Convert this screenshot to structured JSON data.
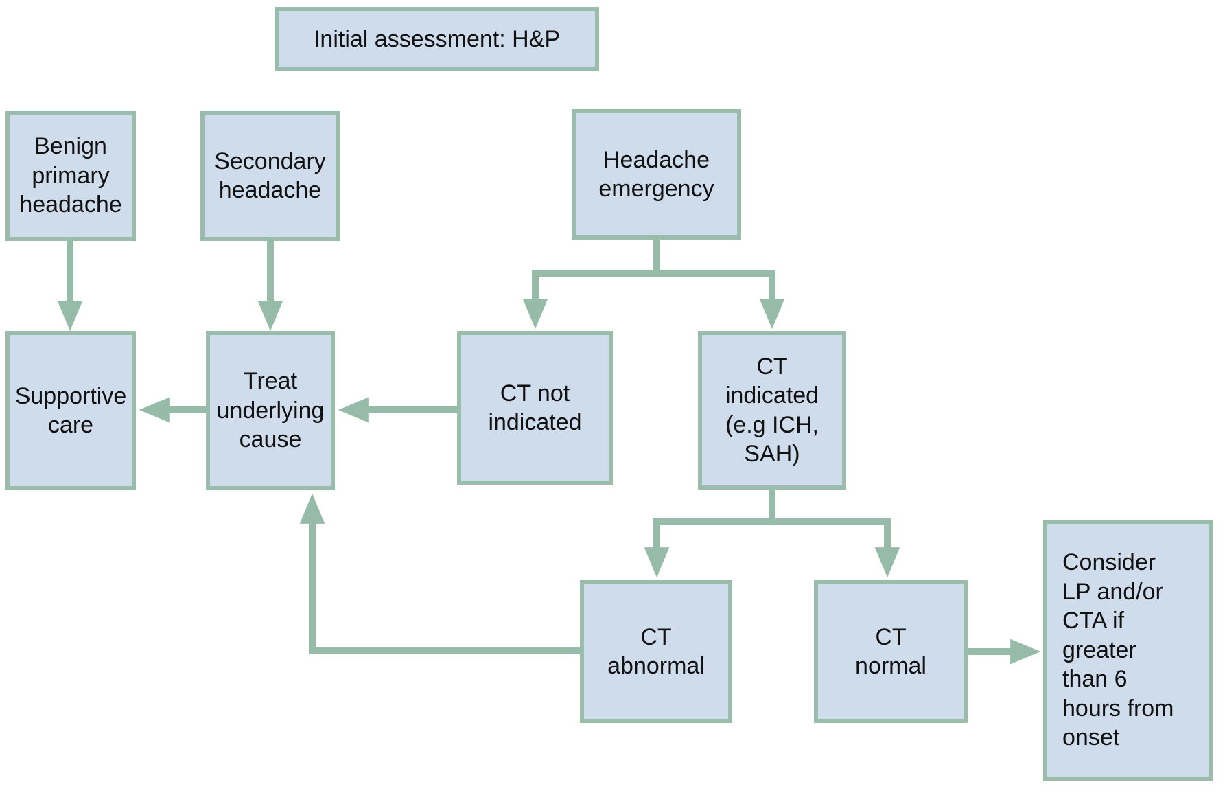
{
  "diagram": {
    "nodes": {
      "initial": {
        "label": "Initial assessment: H&P"
      },
      "benign": {
        "label": "Benign\nprimary\nheadache"
      },
      "secondary": {
        "label": "Secondary\nheadache"
      },
      "emergency": {
        "label": "Headache\nemergency"
      },
      "supportive": {
        "label": "Supportive\ncare"
      },
      "treat": {
        "label": "Treat\nunderlying\ncause"
      },
      "ct_not": {
        "label": "CT not\nindicated"
      },
      "ct_ind": {
        "label": "CT\nindicated\n(e.g ICH,\nSAH)"
      },
      "ct_abnormal": {
        "label": "CT\nabnormal"
      },
      "ct_normal": {
        "label": "CT\nnormal"
      },
      "consider": {
        "label": "Consider\nLP and/or\nCTA if\ngreater\nthan 6\nhours from\nonset"
      }
    },
    "edges": [
      {
        "from": "benign-primary-headache",
        "to": "supportive-care"
      },
      {
        "from": "secondary-headache",
        "to": "treat-underlying-cause"
      },
      {
        "from": "headache-emergency",
        "to": "ct-not-indicated"
      },
      {
        "from": "headache-emergency",
        "to": "ct-indicated"
      },
      {
        "from": "ct-not-indicated",
        "to": "treat-underlying-cause"
      },
      {
        "from": "treat-underlying-cause",
        "to": "supportive-care"
      },
      {
        "from": "ct-indicated",
        "to": "ct-abnormal"
      },
      {
        "from": "ct-indicated",
        "to": "ct-normal"
      },
      {
        "from": "ct-abnormal",
        "to": "treat-underlying-cause"
      },
      {
        "from": "ct-normal",
        "to": "consider-lp-and-or-cta"
      }
    ]
  },
  "colors": {
    "box_fill": "#cfdcec",
    "box_border": "#9abcab",
    "connector": "#96bba8",
    "text_color": "#111111",
    "canvas_bg": "#ffffff"
  }
}
